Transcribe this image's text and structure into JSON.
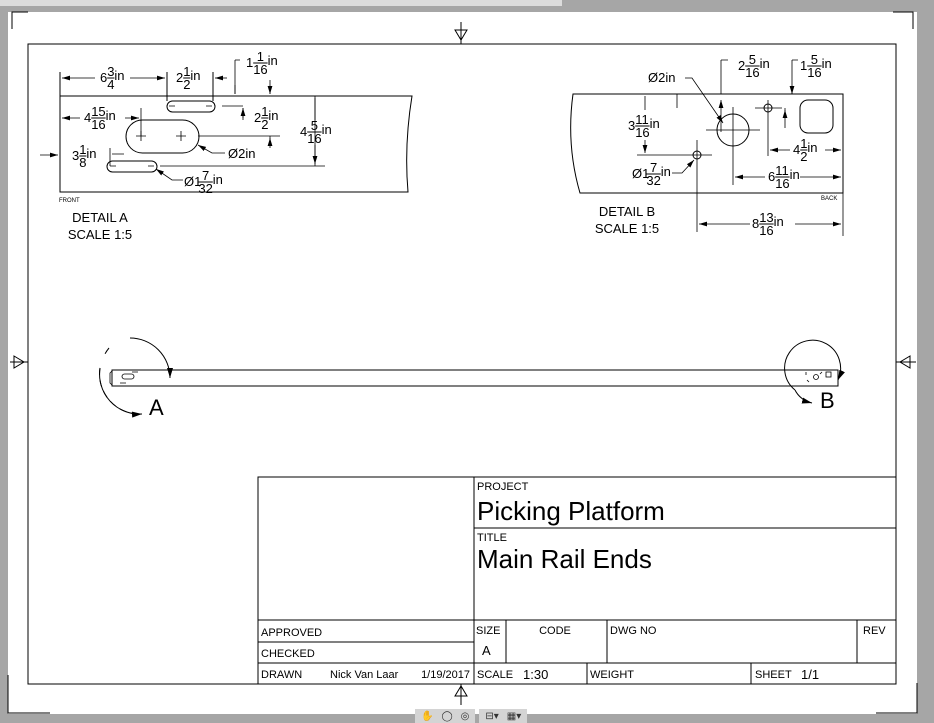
{
  "detail_a": {
    "title": "DETAIL A",
    "scale": "SCALE 1:5",
    "side_label": "FRONT",
    "dims": {
      "d1": "6 3/4in",
      "d2": "2 1/2in",
      "d3": "11/16in",
      "d4": "2 1/2in",
      "d5": "4 5/16in",
      "d6": "4 15/16in",
      "d7": "3 1/8in",
      "d8": "Ø2in",
      "d9": "Ø17/32in"
    }
  },
  "detail_b": {
    "title": "DETAIL B",
    "scale": "SCALE 1:5",
    "side_label": "BACK",
    "dims": {
      "d1": "Ø2in",
      "d2": "2 5/16in",
      "d3": "15/16in",
      "d4": "3 11/16in",
      "d5": "Ø17/32in",
      "d6": "4 1/2in",
      "d7": "6 11/16in",
      "d8": "8 13/16in"
    }
  },
  "main_view": {
    "callout_a": "A",
    "callout_b": "B"
  },
  "title_block": {
    "project_label": "PROJECT",
    "project": "Picking Platform",
    "title_label": "TITLE",
    "title": "Main Rail Ends",
    "approved_label": "APPROVED",
    "checked_label": "CHECKED",
    "drawn_label": "DRAWN",
    "drawn_by": "Nick Van Laar",
    "drawn_date": "1/19/2017",
    "size_label": "SIZE",
    "size": "A",
    "code_label": "CODE",
    "dwg_no_label": "DWG NO",
    "rev_label": "REV",
    "scale_label": "SCALE",
    "scale": "1:30",
    "weight_label": "WEIGHT",
    "sheet_label": "SHEET",
    "sheet": "1/1"
  },
  "navbar": {
    "icons": [
      "pan-icon",
      "zoom-icon",
      "orbit-icon",
      "view-settings-icon",
      "display-mode-icon"
    ]
  }
}
